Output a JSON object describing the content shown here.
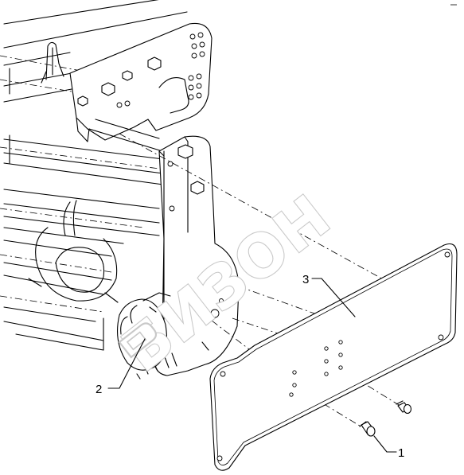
{
  "diagram": {
    "callouts": [
      {
        "id": "1",
        "label": "1"
      },
      {
        "id": "2",
        "label": "2"
      },
      {
        "id": "3",
        "label": "3"
      }
    ],
    "watermark": {
      "text": "БИЗОН",
      "kind": "logo"
    },
    "colors": {
      "line": "#000000",
      "background": "#ffffff",
      "watermark_outline": "#c9c9c9"
    }
  }
}
